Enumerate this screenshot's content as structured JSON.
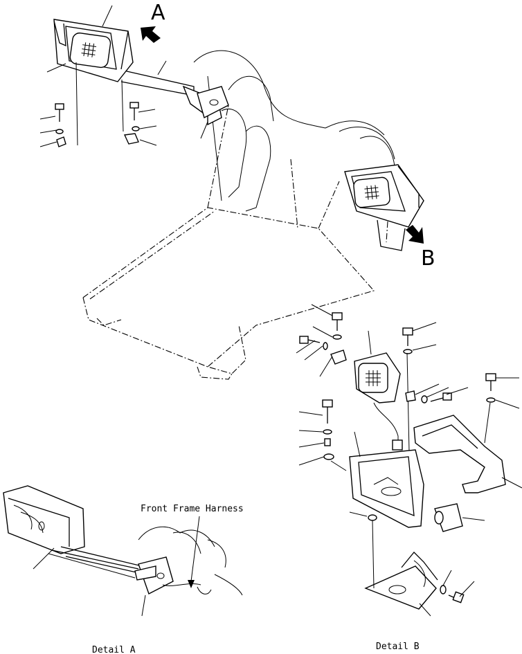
{
  "callouts": {
    "view_a": "A",
    "view_b": "B"
  },
  "annotations": {
    "harness": "Front Frame Harness"
  },
  "captions": {
    "detail_a": "Detail A",
    "detail_b": "Detail B"
  }
}
